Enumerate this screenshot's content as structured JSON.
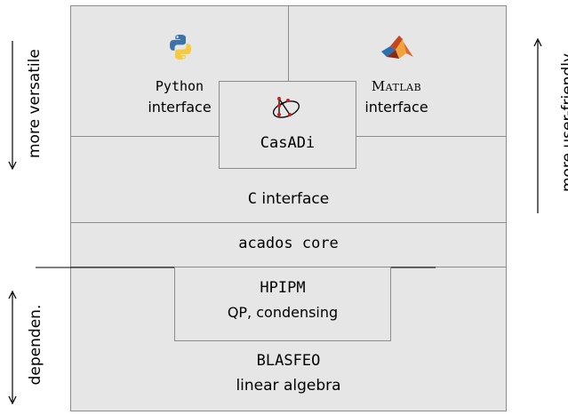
{
  "layers": {
    "python": {
      "name": "Python",
      "sub": "interface",
      "icon": "python-logo-icon"
    },
    "matlab": {
      "name": "Matlab",
      "sub": "interface",
      "icon": "matlab-logo-icon"
    },
    "casadi": {
      "name": "CasADi",
      "icon": "casadi-logo-icon"
    },
    "c_interface": {
      "label": "interface",
      "prefix": "C"
    },
    "acados_core": {
      "label": "acados core"
    },
    "hpipm": {
      "name": "HPIPM",
      "sub": "QP, condensing"
    },
    "blasfeo": {
      "name": "BLASFEO",
      "sub": "linear algebra"
    }
  },
  "side_labels": {
    "left_top": "more versatile",
    "left_bottom": "dependen.",
    "right": "more user-friendly"
  },
  "colors": {
    "box_fill": "#e6e6e6",
    "box_border": "#8c8c8c",
    "python_blue": "#3b73a8",
    "python_yellow": "#f7c93e",
    "matlab_orange": "#e16737",
    "casadi_red": "#cc1f1f"
  }
}
